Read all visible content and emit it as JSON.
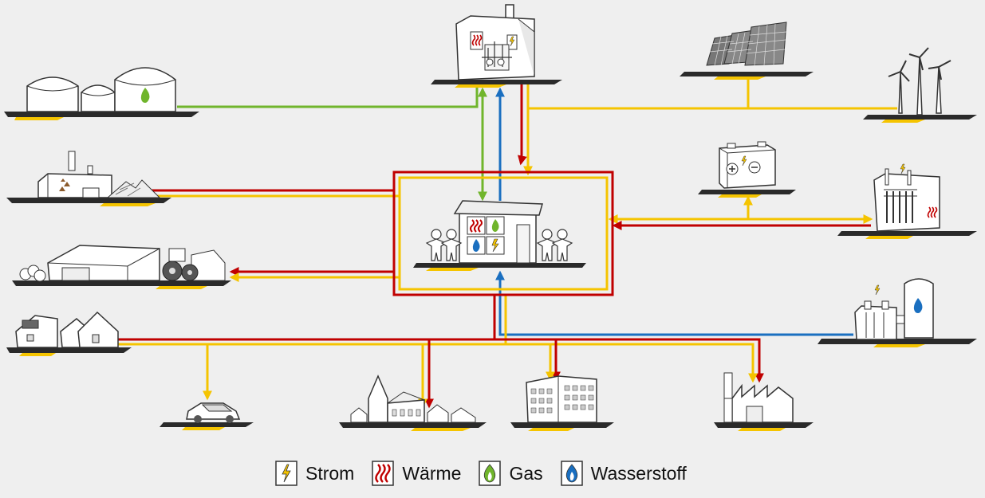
{
  "colors": {
    "strom": "#f5c400",
    "waerme": "#c00000",
    "gas": "#70b52c",
    "wasserstoff": "#1a6fc0",
    "hub_outer": "#c00000",
    "hub_inner": "#f5c400",
    "ground": "#2a2a2a",
    "ground_accent": "#f5c400",
    "background": "#efefef"
  },
  "nodes": [
    {
      "name": "biogas-plant-node",
      "icon": "biogas-tanks-icon"
    },
    {
      "name": "chp-plant-node",
      "icon": "cogeneration-plant-icon"
    },
    {
      "name": "solar-panels-node",
      "icon": "solar-panel-icon"
    },
    {
      "name": "wind-turbines-node",
      "icon": "wind-turbine-icon"
    },
    {
      "name": "biomass-plant-node",
      "icon": "biomass-plant-icon"
    },
    {
      "name": "battery-storage-node",
      "icon": "battery-icon"
    },
    {
      "name": "power-to-heat-node",
      "icon": "power-to-heat-icon"
    },
    {
      "name": "farm-node",
      "icon": "farm-tractor-icon"
    },
    {
      "name": "energy-hub-node",
      "icon": "energy-center-icon"
    },
    {
      "name": "houses-node",
      "icon": "houses-icon"
    },
    {
      "name": "electrolyzer-node",
      "icon": "electrolyzer-tank-icon"
    },
    {
      "name": "electric-car-node",
      "icon": "electric-car-icon"
    },
    {
      "name": "village-node",
      "icon": "village-church-icon"
    },
    {
      "name": "apartments-node",
      "icon": "apartment-building-icon"
    },
    {
      "name": "factory-node",
      "icon": "factory-icon"
    }
  ],
  "legend": [
    {
      "label": "Strom",
      "icon": "lightning-icon",
      "color": "#f5c400"
    },
    {
      "label": "Wärme",
      "icon": "heat-waves-icon",
      "color": "#c00000"
    },
    {
      "label": "Gas",
      "icon": "gas-flame-icon",
      "color": "#70b52c"
    },
    {
      "label": "Wasserstoff",
      "icon": "hydrogen-flame-icon",
      "color": "#1a6fc0"
    }
  ]
}
